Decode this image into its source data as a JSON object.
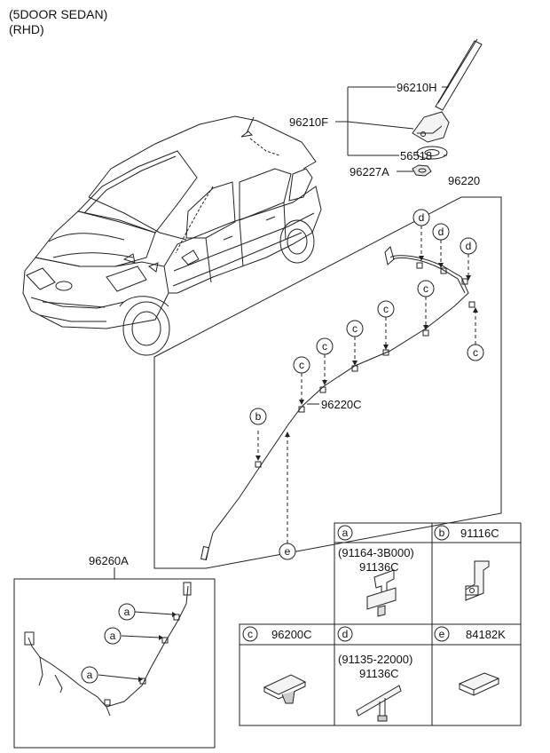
{
  "header": {
    "line1": "(5DOOR SEDAN)",
    "line2": "(RHD)"
  },
  "parts": {
    "antenna_pole": "96210H",
    "antenna_assy": "96210F",
    "gasket": "56518",
    "nut": "96227A",
    "feeder_cable": "96220",
    "feeder_cable_sub": "96220C",
    "rear_cable": "96260A"
  },
  "callout_letters": {
    "a": "a",
    "b": "b",
    "c": "c",
    "d": "d",
    "e": "e"
  },
  "legend": {
    "a_sub": "(91164-3B000)",
    "a_part": "91136C",
    "b_part": "91116C",
    "c_part": "96200C",
    "d_sub": "(91135-22000)",
    "d_part": "91136C",
    "e_part": "84182K"
  }
}
